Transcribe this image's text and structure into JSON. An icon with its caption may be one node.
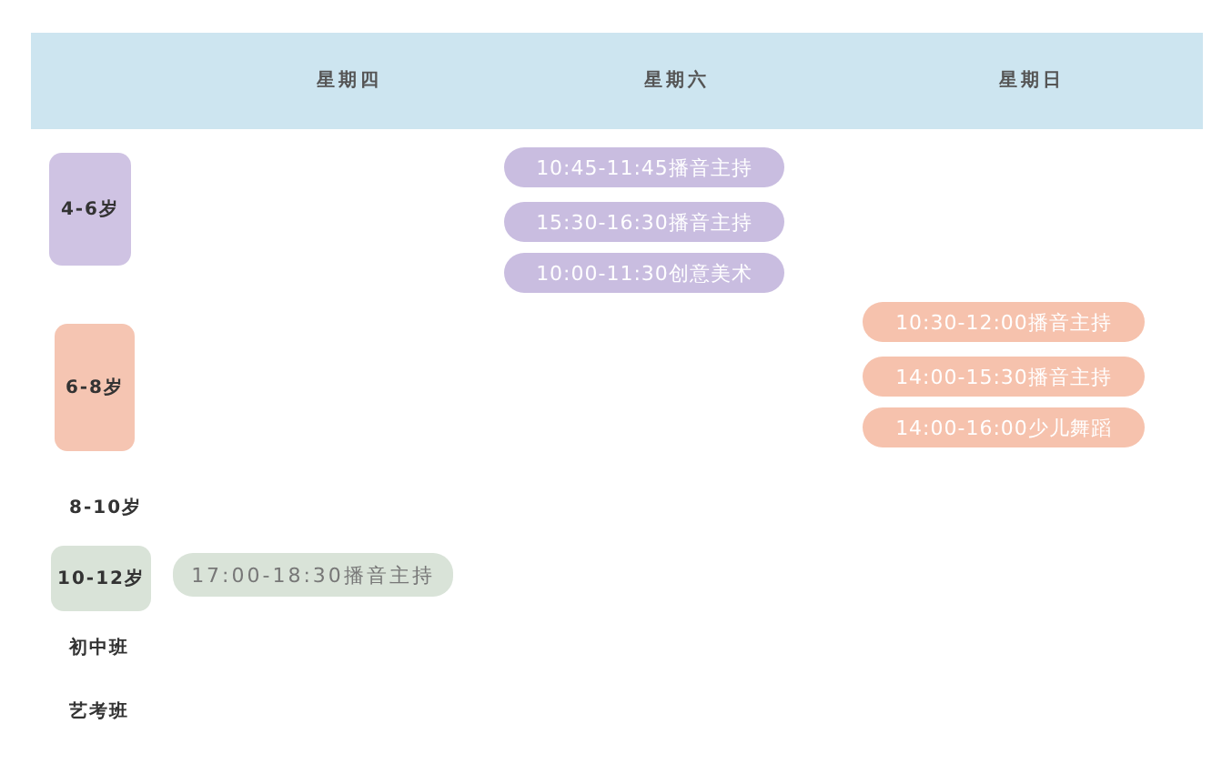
{
  "diagram": {
    "nodes": [
      {
        "text": [
          "星期四",
          "星期六",
          "星期日"
        ]
      },
      {
        "text": [
          "4-6岁"
        ]
      },
      {
        "text": [
          "10:45-11:45播音主持"
        ]
      },
      {
        "text": [
          "15:30-16:30播音主持"
        ]
      },
      {
        "text": [
          "10:00-11:30创意美术"
        ]
      },
      {
        "text": [
          "6-8岁"
        ]
      },
      {
        "text": [
          "10:30-12:00播音主持"
        ]
      },
      {
        "text": [
          "14:00-15:30播音主持"
        ]
      },
      {
        "text": [
          "14:00-16:00少儿舞蹈"
        ]
      },
      {
        "text": [
          "10-12岁"
        ]
      },
      {
        "text": [
          "17:00-18:30播音主持"
        ]
      }
    ],
    "labels": [
      "8-10岁",
      "初中班",
      "艺考班"
    ]
  }
}
